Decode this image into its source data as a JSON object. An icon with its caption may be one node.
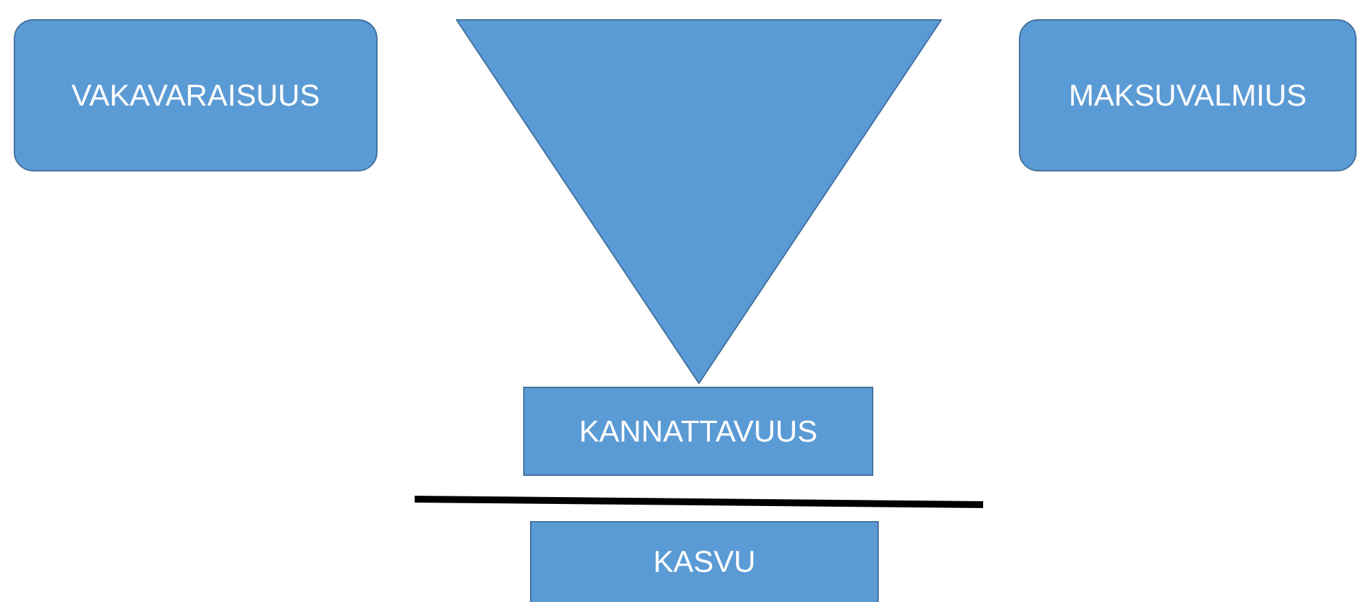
{
  "diagram": {
    "nodes": [
      {
        "text": [
          "VAKAVARAISUUS"
        ]
      },
      {
        "text": [],
        "shape": "triangle"
      },
      {
        "text": [
          "MAKSUVALMIUS"
        ]
      },
      {
        "text": [
          "KANNATTAVUUS"
        ]
      },
      {
        "text": [
          "KASVU"
        ]
      }
    ]
  }
}
